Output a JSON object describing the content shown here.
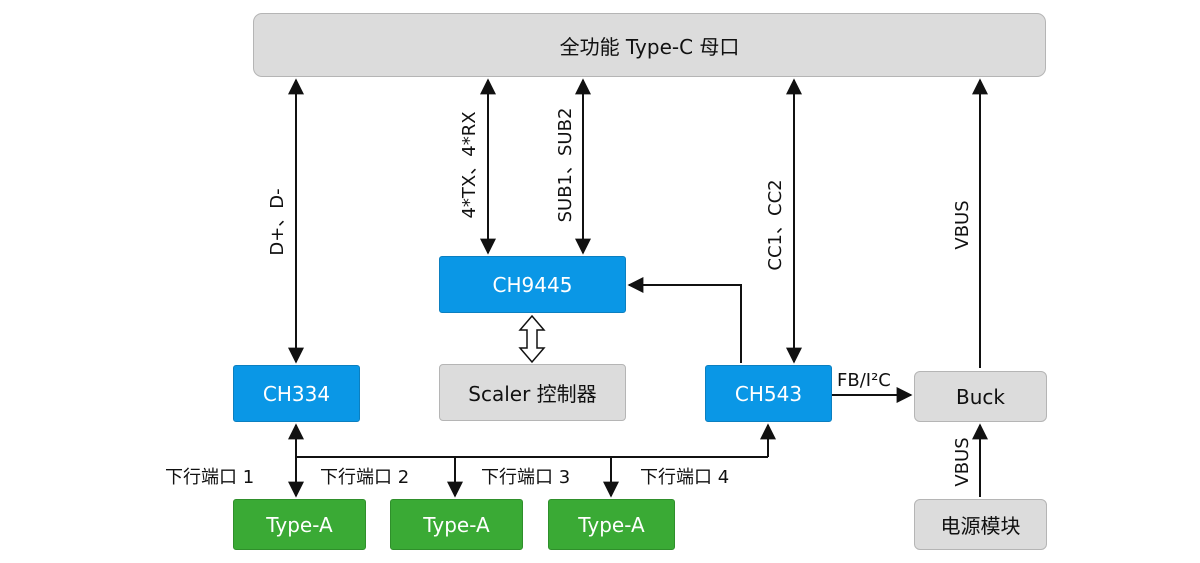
{
  "nodes": {
    "top_port": "全功能 Type-C 母口",
    "ch9445": "CH9445",
    "scaler": "Scaler 控制器",
    "ch334": "CH334",
    "ch543": "CH543",
    "buck": "Buck",
    "power_module": "电源模块",
    "type_a_1": "Type-A",
    "type_a_2": "Type-A",
    "type_a_3": "Type-A"
  },
  "edge_labels": {
    "usb2": "D+、D-",
    "tx_rx": "4*TX、4*RX",
    "sub": "SUB1、SUB2",
    "cc": "CC1、CC2",
    "vbus_top": "VBUS",
    "vbus_bottom": "VBUS",
    "fb_i2c": "FB/I²C",
    "port1": "下行端口 1",
    "port2": "下行端口 2",
    "port3": "下行端口 3",
    "port4": "下行端口 4"
  },
  "colors": {
    "gray_box": "#dcdcdc",
    "blue_box": "#0a97e6",
    "green_box": "#3aaa35",
    "line": "#111111"
  }
}
